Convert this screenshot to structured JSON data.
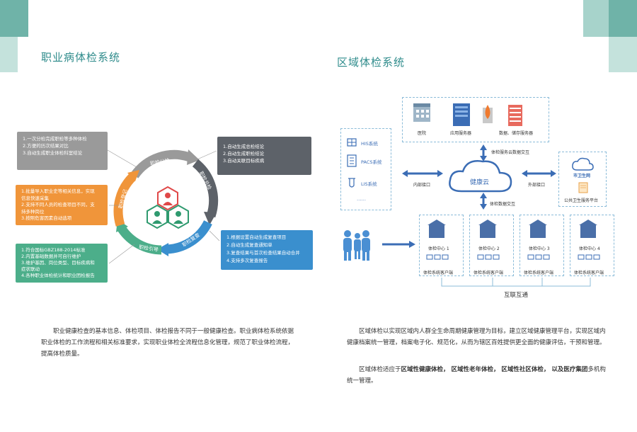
{
  "left": {
    "title": "职业病体检系统",
    "cycle_labels": [
      "职检分检",
      "职检总检",
      "职检复查",
      "职检引导",
      "职检登记"
    ],
    "boxes": {
      "gray": [
        "1.一次分检完成职检等多种体检",
        "2.方便的历次结果对比",
        "3.自动生成职业体检科室结论"
      ],
      "orange": [
        "1.批量导入职业史等相关信息，实现",
        "   信息快速采集",
        "2.支持不同人员的检查项目不同，支",
        "   持多种岗位",
        "3.按照危害因素自动选项"
      ],
      "green": [
        "1.符合国标GBZ188-2014标准",
        "2.内置基础数据并可自行维护",
        "3.维护基因、岗位类型、目标疾病和",
        "   症状联动",
        "4.各种职业体检统计和职业团检报告"
      ],
      "dark": [
        "1.自动生成总检结论",
        "2.自动生成职检结论",
        "3.自动关联目标疾病"
      ],
      "blue": [
        "1.根据设置自动生成复查项目",
        "2.自动生成复查通知单",
        "3.复查结果与首次检查结果自动合并",
        "4.支持多次复查报告"
      ]
    },
    "paragraph": "职业健康检查的基本信息、体检项目、体检报告不同于一般健康检查。职业病体检系统依据职业体检的工作流程和相关标准要求，实现职业体检全流程信息化管理，规范了职业体检流程，提高体检质量。"
  },
  "right": {
    "title": "区域体检系统",
    "top_nodes": [
      "医院",
      "应用服务器",
      "数据、储存服务器"
    ],
    "cloud_service": "体检服务云数据交互",
    "systems": [
      "HIS系统",
      "PACS系统",
      "LIS系统",
      "……"
    ],
    "internal_interface": "内部接口",
    "cloud": "健康云",
    "external_interface": "外部接口",
    "health_bureau": "市卫生网",
    "public_platform": "公共卫生服务平台",
    "data_exchange": "体检数据交互",
    "centers": [
      {
        "name": "体检中心 1",
        "client": "体检系统客户端"
      },
      {
        "name": "体检中心 2",
        "client": "体检系统客户端"
      },
      {
        "name": "体检中心 3",
        "client": "体检系统客户端"
      },
      {
        "name": "体检中心 4",
        "client": "体检系统客户端"
      }
    ],
    "interconnect": "互联互通",
    "paragraph1": "区域体检以实现区域内人群全生命周期健康管理为目标，建立区域健康管理平台，实现区域内健康档案统一管理，档案电子化、规范化，从而为辖区百姓提供更全面的健康评估，干预和管理。",
    "paragraph2_prefix": "区域体检适应于",
    "paragraph2_bold": "区域性健康体检， 区域性老年体检， 区域性社区体检， 以及医疗集团",
    "paragraph2_suffix": "多机构统一管理。"
  },
  "colors": {
    "accent": "#2e8b8b",
    "gray_box": "#9a9a9a",
    "orange_box": "#f0953a",
    "green_box": "#4cae8a",
    "dark_box": "#5d6269",
    "blue_box": "#3a8fce",
    "diagram_blue": "#3b6db5"
  }
}
